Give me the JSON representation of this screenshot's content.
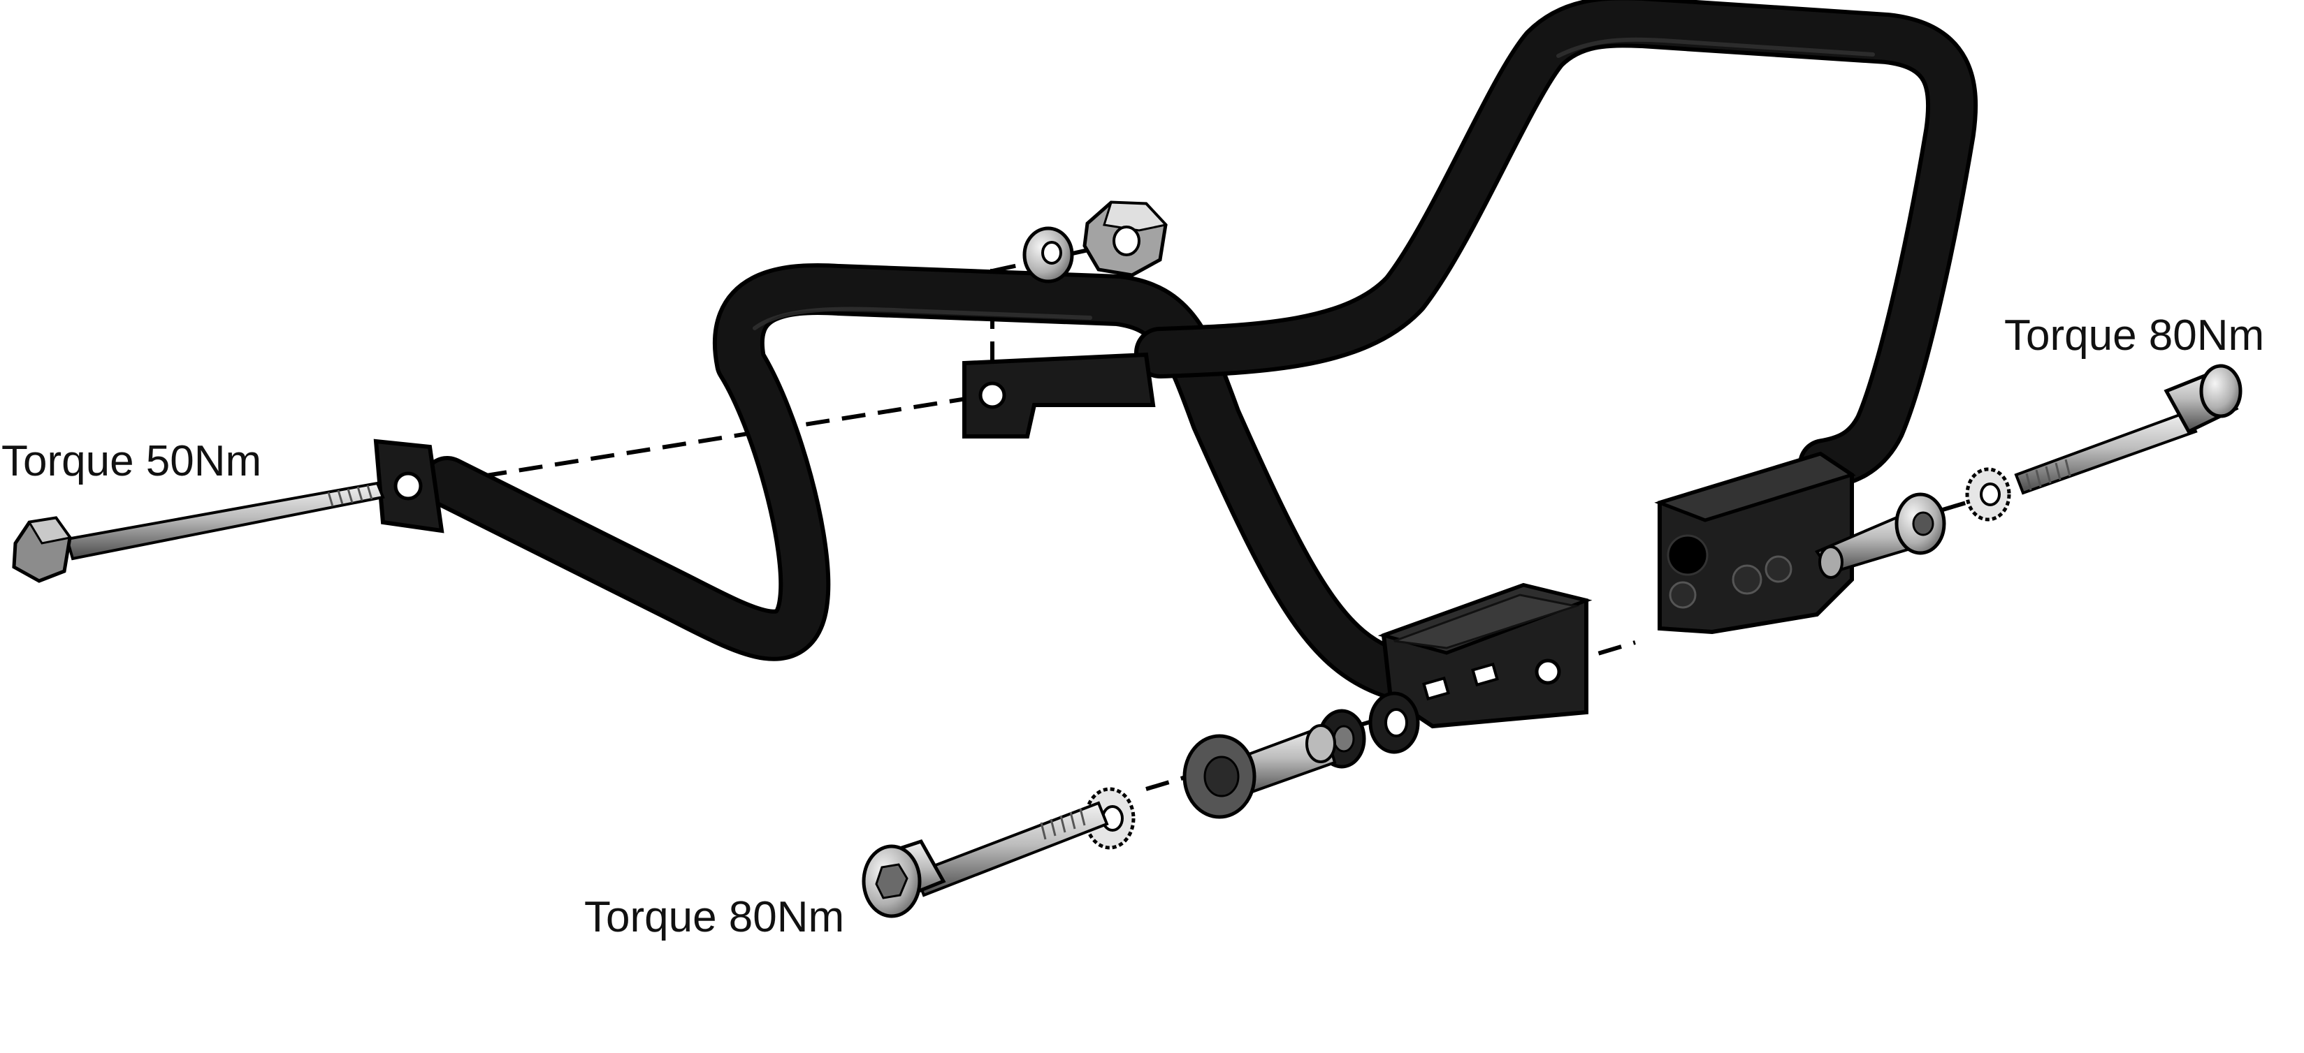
{
  "labels": {
    "left_bolt": "Torque 50Nm",
    "right_bolt": "Torque 80Nm",
    "bottom_bolt": "Torque 80Nm"
  },
  "colors": {
    "tube": "#111111",
    "bracket": "#1c1c1c",
    "metal_light": "#d6d6d6",
    "metal_mid": "#9a9a9a",
    "metal_dark": "#3a3a3a",
    "outline": "#000000",
    "axis_line": "#000000"
  },
  "icons": [
    "hex-bolt-icon",
    "socket-cap-screw-icon",
    "hex-nut-icon",
    "flat-washer-icon",
    "lock-washer-icon",
    "spacer-icon",
    "mounting-bracket-icon"
  ]
}
